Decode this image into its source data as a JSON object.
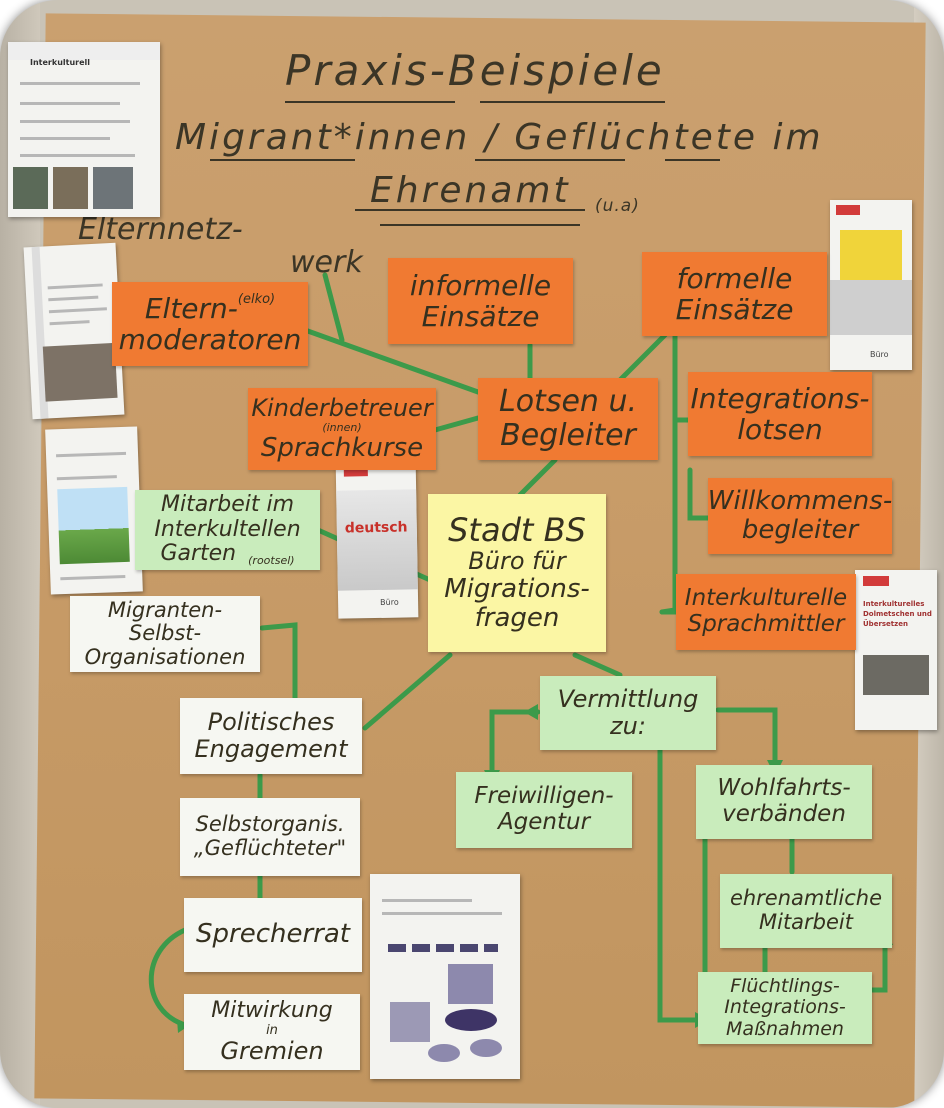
{
  "title": {
    "line1": "Praxis-Beispiele",
    "line2": "Migrant*innen / Geflüchtete im",
    "line3": "Ehrenamt",
    "line3_suffix": "(u.a)"
  },
  "handwritten": {
    "elternnetzwerk_1": "Elternnetz-",
    "elternnetzwerk_2": "werk"
  },
  "cards": {
    "elternmoderatoren": {
      "line1": "Eltern-",
      "tag": "(elko)",
      "line2": "moderatoren"
    },
    "informelle": {
      "line1": "informelle",
      "line2": "Einsätze"
    },
    "formelle": {
      "line1": "formelle",
      "line2": "Einsätze"
    },
    "kinderbetreuer": {
      "line1": "Kinderbetreuer",
      "tag": "(innen)",
      "line2": "Sprachkurse"
    },
    "lotsen": {
      "line1": "Lotsen u.",
      "line2": "Begleiter"
    },
    "integrationslotsen": {
      "line1": "Integrations-",
      "line2": "lotsen"
    },
    "willkommensbegleiter": {
      "line1": "Willkommens-",
      "line2": "begleiter"
    },
    "sprachmittler": {
      "line1": "Interkulturelle",
      "line2": "Sprachmittler"
    },
    "garten": {
      "line1": "Mitarbeit im",
      "line2": "Interkultellen",
      "line3": "Garten",
      "tag": "(rootsel)"
    },
    "stadt": {
      "line1": "Stadt BS",
      "line2": "Büro für",
      "line3": "Migrations-",
      "line4": "fragen"
    },
    "migranten": {
      "line1": "Migranten-",
      "line2": "Selbst-",
      "line3": "Organisationen"
    },
    "politisches": {
      "line1": "Politisches",
      "line2": "Engagement"
    },
    "vermittlung": {
      "line1": "Vermittlung",
      "line2": "zu:"
    },
    "freiwilligen": {
      "line1": "Freiwilligen-",
      "line2": "Agentur"
    },
    "wohlfahrt": {
      "line1": "Wohlfahrts-",
      "line2": "verbänden"
    },
    "selbstorg": {
      "line1": "Selbstorganis.",
      "line2": "„Geflüchteter\""
    },
    "sprecherrat": {
      "line1": "Sprecherrat"
    },
    "ehrenamtliche": {
      "line1": "ehrenamtliche",
      "line2": "Mitarbeit"
    },
    "fluechtlings": {
      "line1": "Flüchtlings-",
      "line2": "Integrations-",
      "line3": "Maßnahmen"
    },
    "mitwirkung": {
      "line1": "Mitwirkung",
      "line2": "in",
      "line3": "Gremien"
    }
  },
  "flyers": {
    "top_left": {
      "title": "Interkulturell"
    },
    "deutsch": {
      "brand": "deutsch",
      "footer": "Büro"
    },
    "integration": {
      "footer": "Büro"
    },
    "sprachmittler_flyer": {
      "line1": "Interkulturelles",
      "line2": "Dolmetschen und",
      "line3": "Übersetzen"
    }
  },
  "colors": {
    "paper": "#c89c69",
    "orange_card": "#f07a32",
    "green_card": "#c9ecbc",
    "white_card": "#f6f7f2",
    "yellow_card": "#fbf6a4",
    "connector": "#3c9a4a"
  }
}
